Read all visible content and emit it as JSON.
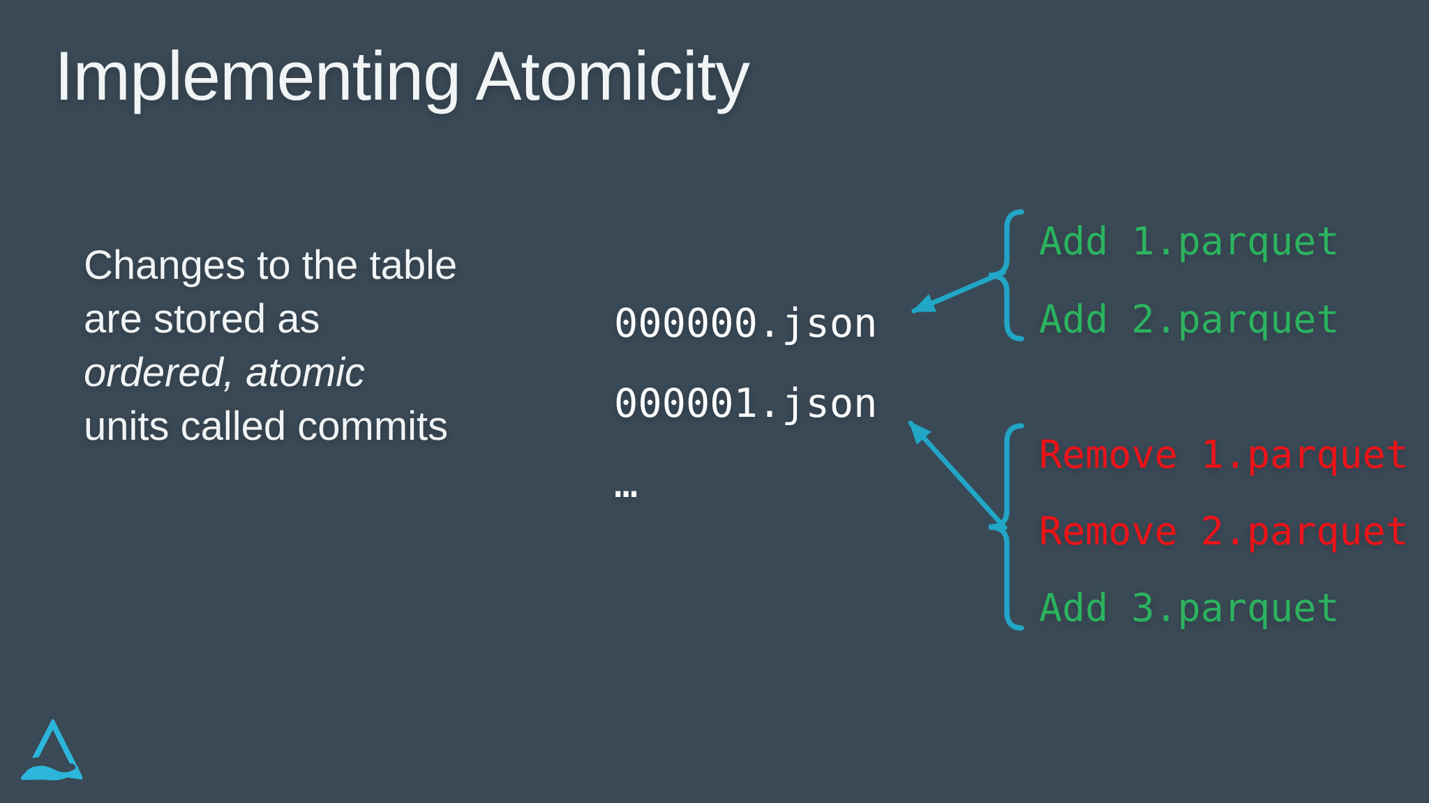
{
  "slide": {
    "title": "Implementing Atomicity"
  },
  "intro": {
    "lines": [
      {
        "text": "Changes to the table",
        "emphasis": "normal"
      },
      {
        "text": "are stored as",
        "emphasis": "normal"
      },
      {
        "text": "ordered, atomic",
        "emphasis": "italic"
      },
      {
        "text": "units called commits",
        "emphasis": "normal"
      }
    ]
  },
  "commit_log": {
    "files": [
      "000000.json",
      "000001.json"
    ],
    "ellipsis": "…"
  },
  "commit_details": [
    {
      "entries": [
        {
          "text": "Add 1.parquet",
          "action": "add"
        },
        {
          "text": "Add 2.parquet",
          "action": "add"
        }
      ]
    },
    {
      "entries": [
        {
          "text": "Remove 1.parquet",
          "action": "remove"
        },
        {
          "text": "Remove 2.parquet",
          "action": "remove"
        },
        {
          "text": "Add 3.parquet",
          "action": "add"
        }
      ]
    }
  ],
  "icons": {
    "brace_top": "curly-brace",
    "brace_bottom": "curly-brace",
    "arrow_top": "arrow-to-first-commit-file",
    "arrow_bottom": "arrow-to-second-commit-file",
    "logo": "triangle-wave-logo"
  },
  "colors": {
    "background": "#3A4956",
    "text_white": "#F1F4F5",
    "mono_white": "#FAFCFC",
    "accent_teal": "#21A6C6",
    "logo_teal": "#2CB6DC",
    "add_green": "#2BB35F",
    "remove_red": "#ED1318"
  }
}
